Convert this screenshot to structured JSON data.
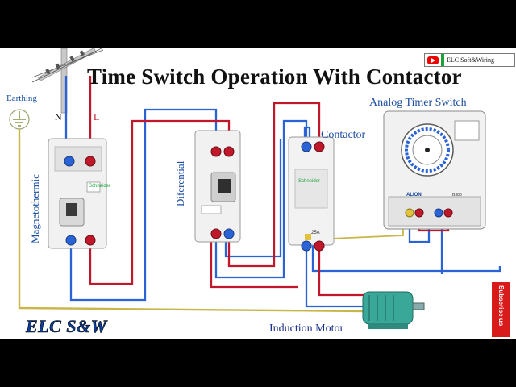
{
  "title": "Time Switch Operation With Contactor",
  "channel": {
    "name": "ELC Soft&Wiring",
    "icon": "youtube-play-icon"
  },
  "labels": {
    "earthing": "Earthing",
    "neutral": "N",
    "line": "L",
    "magnetothermic": "Magnetothermic",
    "diferential": "Diferential",
    "contactor": "Contactor",
    "timer": "Analog Timer Switch",
    "motor": "Induction Motor",
    "brand": "ELC S&W",
    "subscribe": "Subscribe us"
  },
  "device_text": {
    "schneider": "Schneider",
    "contactor_rating": "25A",
    "timer_brand": "ALION",
    "timer_model": "TB388"
  },
  "colors": {
    "neutral_wire": "#2a63d6",
    "line_wire": "#c0172a",
    "earth_wire": "#c9b64a",
    "title": "#111111",
    "label": "#1d4fa3",
    "subscribe_bg": "#d81a1a",
    "motor": "#3aa898"
  }
}
